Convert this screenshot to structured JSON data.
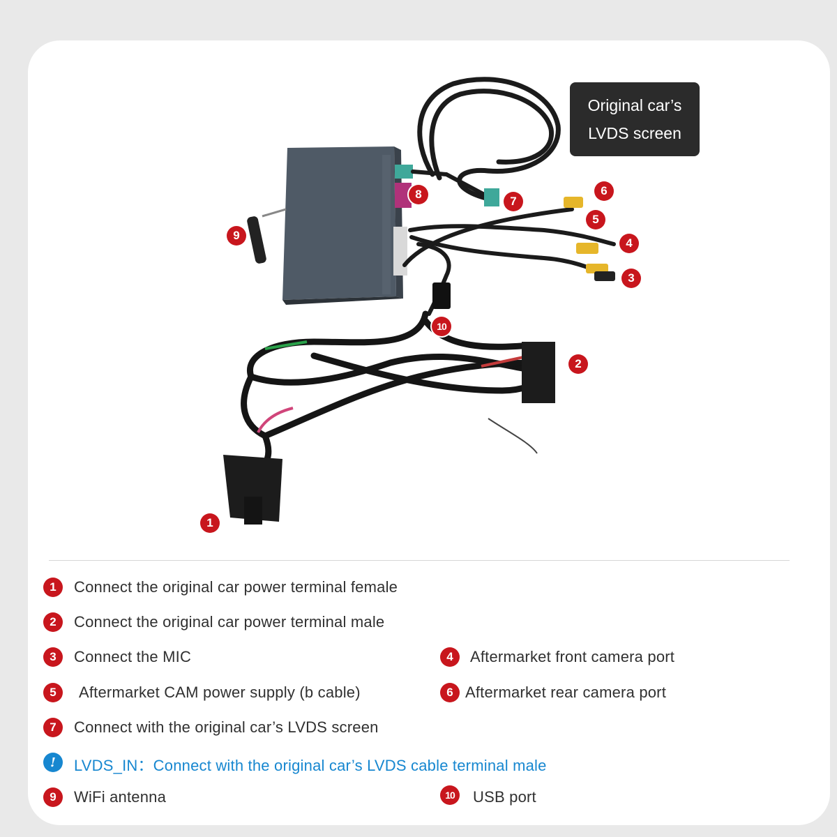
{
  "colors": {
    "badge_red": "#c8161d",
    "badge_blue": "#1787d0",
    "text": "#303030"
  },
  "callout": {
    "line1": "Original car’s",
    "line2": "LVDS screen"
  },
  "photo_markers": [
    "1",
    "2",
    "3",
    "4",
    "5",
    "6",
    "7",
    "8",
    "9",
    "10"
  ],
  "legend": [
    {
      "badge": "1",
      "text": "Connect the original car power terminal female"
    },
    {
      "badge": "2",
      "text": "Connect the original car power terminal male"
    },
    {
      "badge": "3",
      "text": "Connect the MIC"
    },
    {
      "badge": "4",
      "text": "Aftermarket front camera port"
    },
    {
      "badge": "5",
      "text": "Aftermarket CAM power supply (b cable)"
    },
    {
      "badge": "6",
      "text": "Aftermarket rear camera port"
    },
    {
      "badge": "7",
      "text": "Connect with the original car’s LVDS screen"
    },
    {
      "badge": "!",
      "text": "LVDS_IN：Connect with the original car’s LVDS cable terminal male"
    },
    {
      "badge": "9",
      "text": "WiFi antenna"
    },
    {
      "badge": "10",
      "text": "USB port"
    }
  ]
}
